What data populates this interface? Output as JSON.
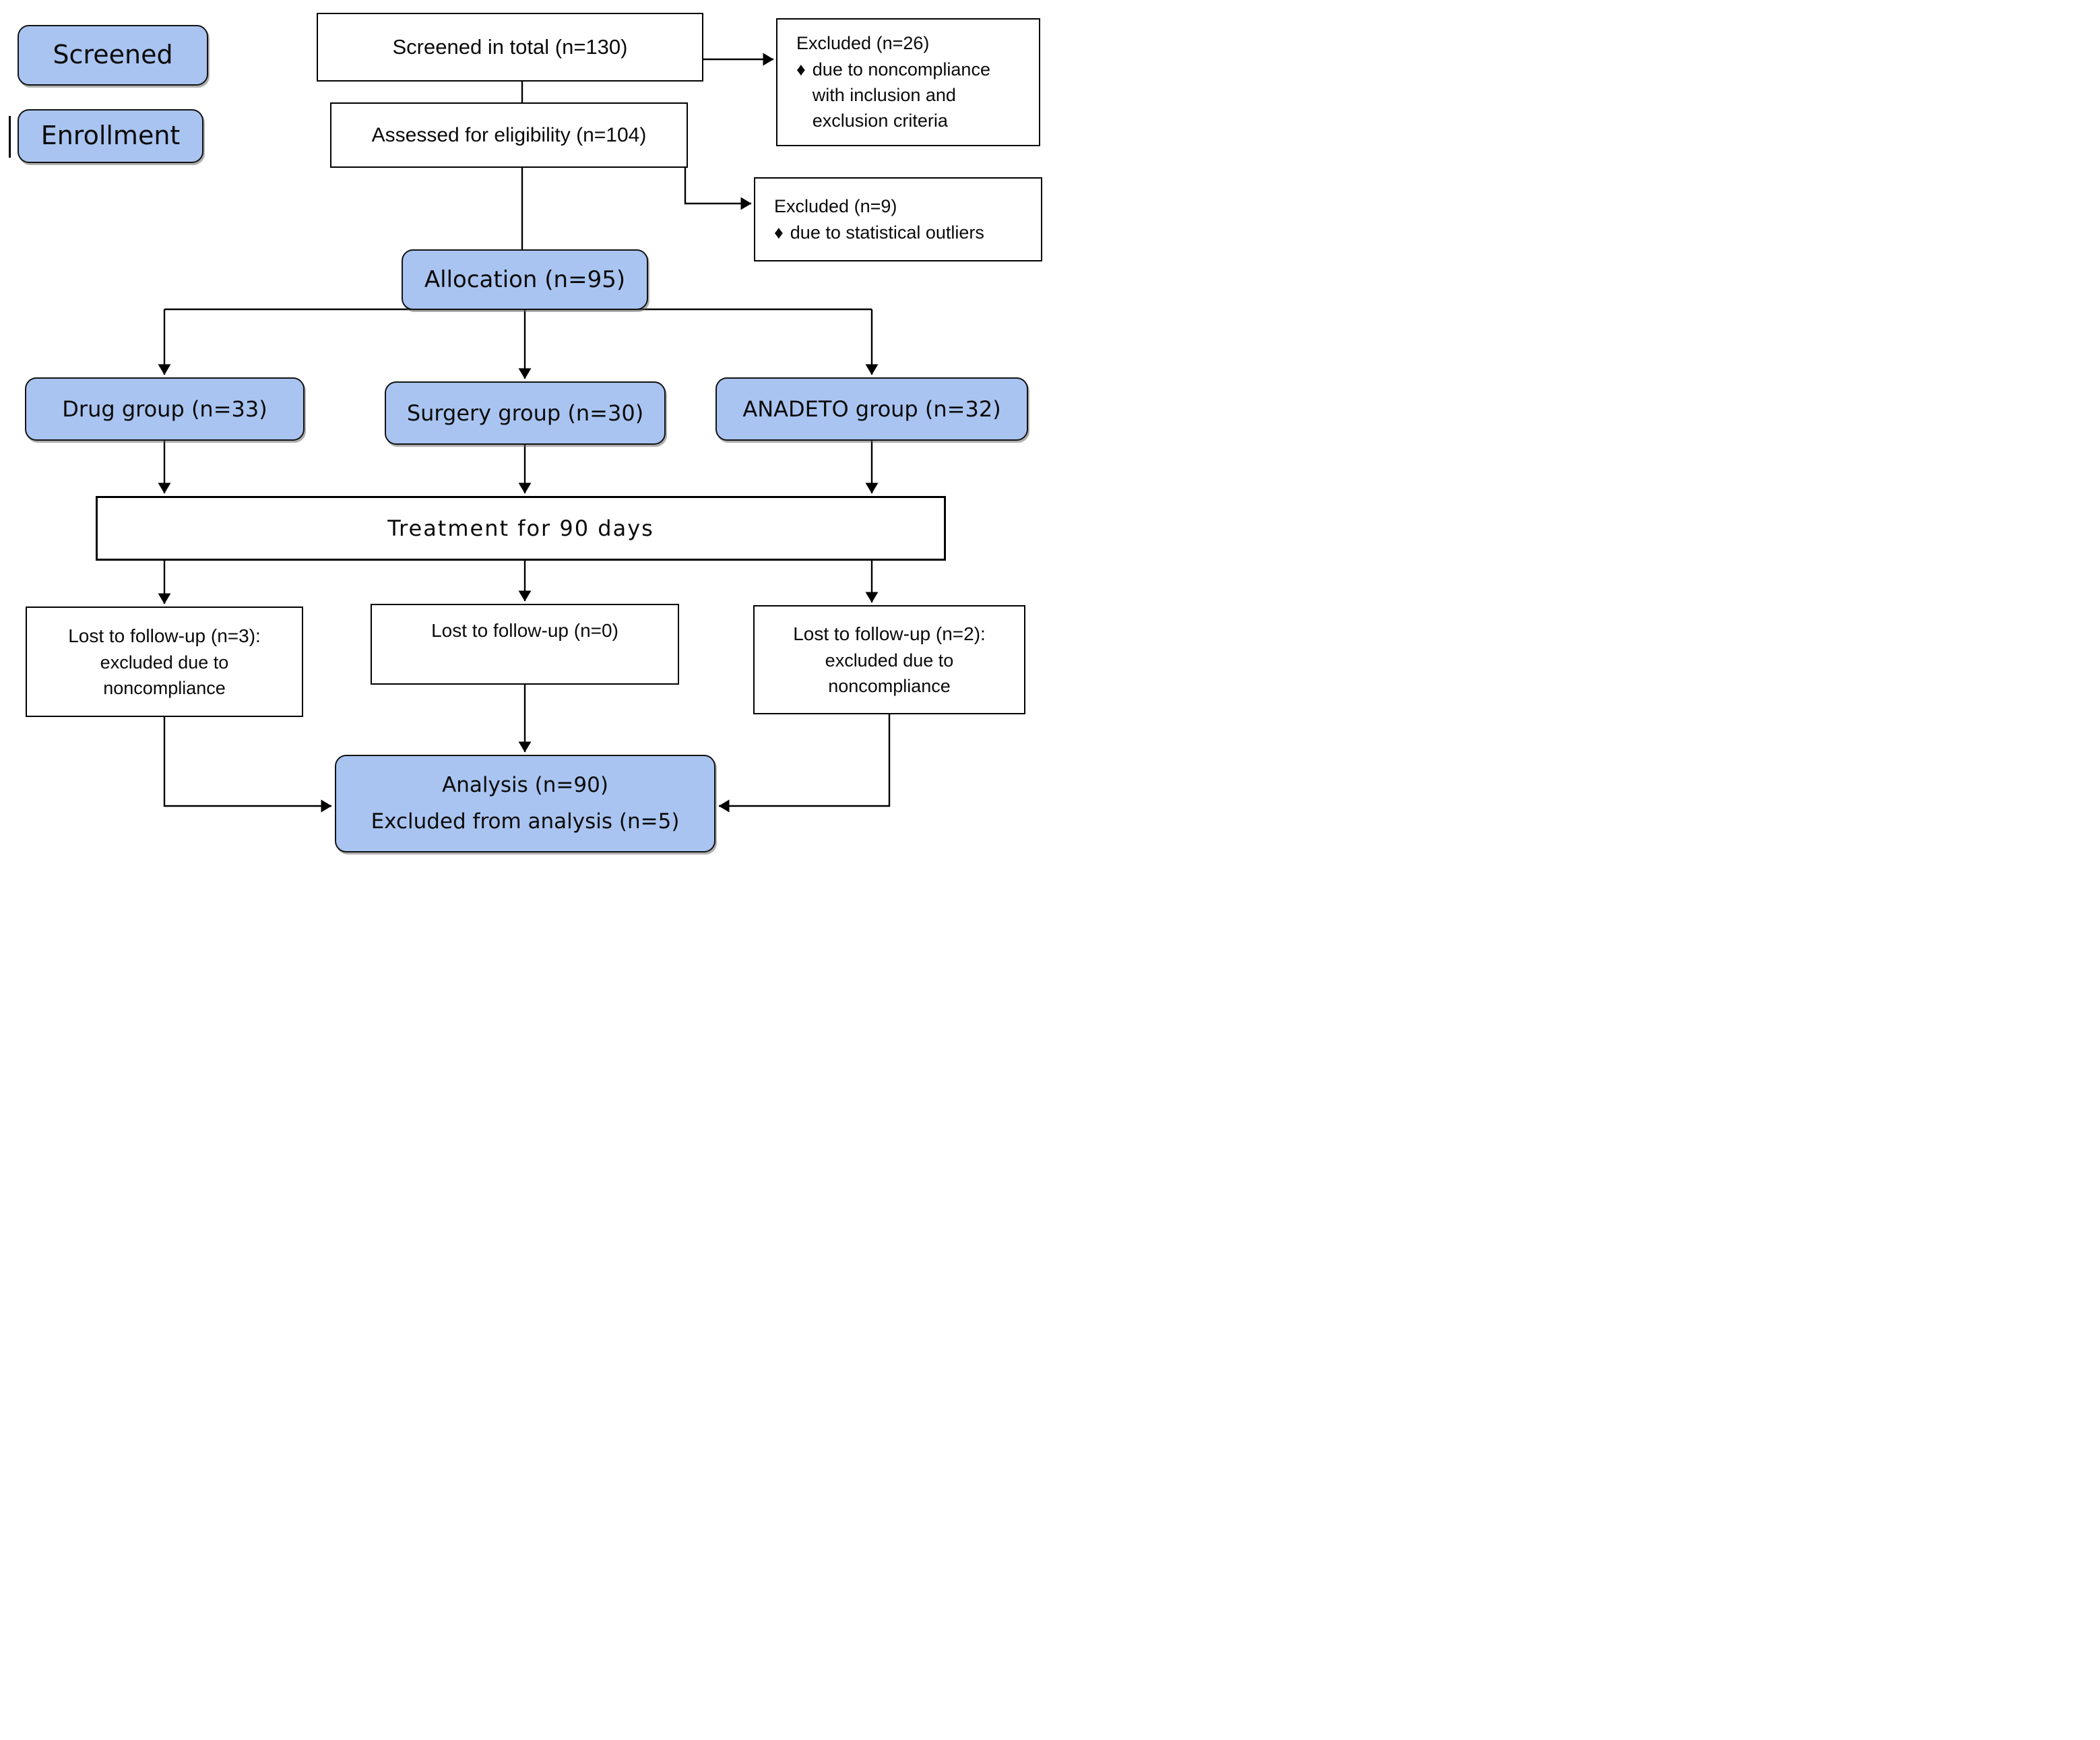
{
  "colors": {
    "background": "#ffffff",
    "node_fill_blue": "#a9c4f0",
    "node_border": "#000000",
    "text": "#0a0a0a"
  },
  "stage_labels": {
    "screened": "Screened",
    "enrollment": "Enrollment"
  },
  "enrollment_flow": {
    "screened_total": "Screened in total (n=130)",
    "assessed": "Assessed for eligibility (n=104)",
    "excluded_screening": {
      "title": "Excluded (n=26)",
      "bullet": "♦",
      "reasons": [
        "due to noncompliance",
        "with inclusion and",
        "exclusion criteria"
      ]
    },
    "excluded_eligibility": {
      "title": "Excluded (n=9)",
      "bullet": "♦",
      "reasons": [
        "due to statistical outliers"
      ]
    }
  },
  "allocation": {
    "title": "Allocation (n=95)",
    "groups": {
      "drug": "Drug group (n=33)",
      "surgery": "Surgery group (n=30)",
      "anadeto": "ANADETO group (n=32)"
    }
  },
  "treatment": {
    "label": "Treatment for 90 days"
  },
  "follow_up": {
    "drug": {
      "line1": "Lost to follow-up (n=3):",
      "line2": "excluded due to",
      "line3": "noncompliance"
    },
    "surgery": {
      "line1": "Lost to follow-up (n=0)"
    },
    "anadeto": {
      "line1": "Lost to follow-up (n=2):",
      "line2": "excluded due to",
      "line3": "noncompliance"
    }
  },
  "analysis": {
    "line1": "Analysis (n=90)",
    "line2": "Excluded from analysis (n=5)"
  }
}
